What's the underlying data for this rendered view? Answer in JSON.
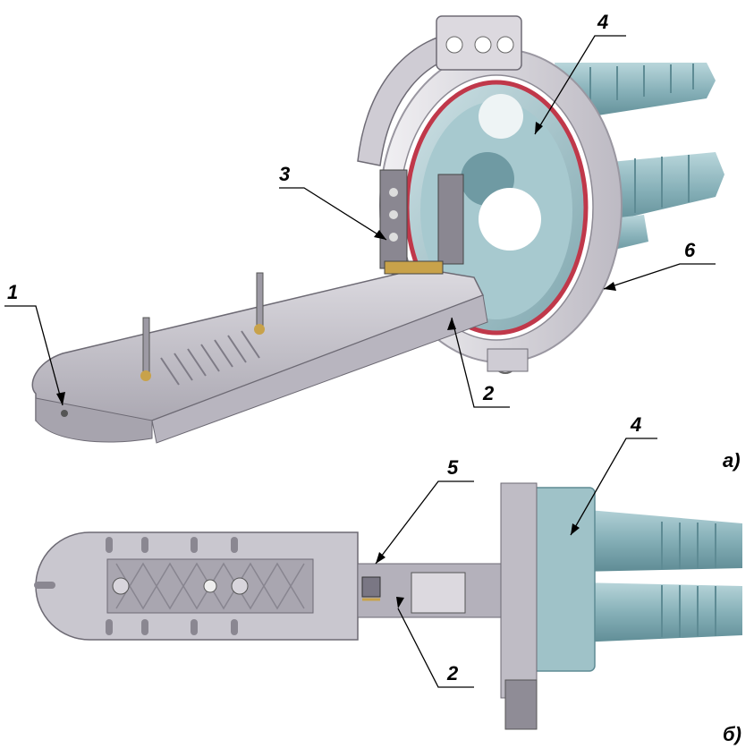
{
  "figure": {
    "callouts": {
      "c1": "1",
      "c2_top": "2",
      "c3": "3",
      "c4_top": "4",
      "c6": "6",
      "c5": "5",
      "c2_bottom": "2",
      "c4_bottom": "4"
    },
    "panels": {
      "a": "а)",
      "b": "б)"
    },
    "colors": {
      "tray": "#c9c7cf",
      "tray_dark": "#8f8c96",
      "ring": "#e3e1e6",
      "cable": "#8fb7bf",
      "cable_dark": "#5f8f98",
      "seal_red": "#c0384a",
      "gold": "#c8a24a"
    }
  }
}
